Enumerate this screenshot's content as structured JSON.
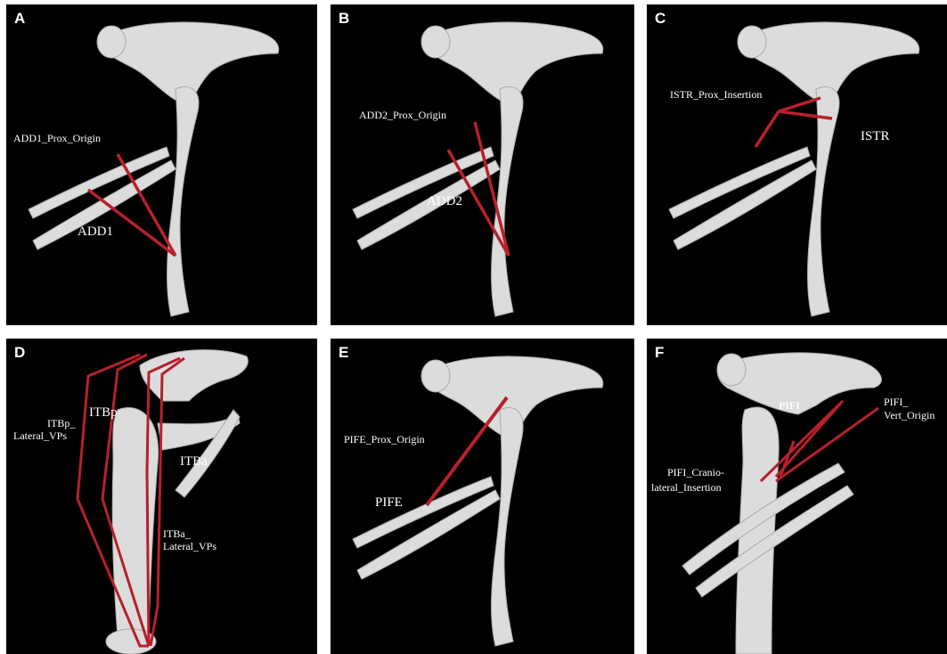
{
  "colors": {
    "background": "#000000",
    "bone": "#dcdcdc",
    "muscle_line": "#b8202c",
    "text": "#ffffff"
  },
  "panels": [
    {
      "letter": "A",
      "labels": [
        "ADD1_Prox_Origin",
        "ADD1"
      ]
    },
    {
      "letter": "B",
      "labels": [
        "ADD2_Prox_Origin",
        "ADD2"
      ]
    },
    {
      "letter": "C",
      "labels": [
        "ISTR_Prox_Insertion",
        "ISTR"
      ]
    },
    {
      "letter": "D",
      "labels": [
        "ITBp_",
        "Lateral_VPs",
        "ITBp",
        "ITBa",
        "ITBa_",
        "Lateral_VPs"
      ]
    },
    {
      "letter": "E",
      "labels": [
        "PIFE_Prox_Origin",
        "PIFE"
      ]
    },
    {
      "letter": "F",
      "labels": [
        "PIFI",
        "PIFI_",
        "Vert_Origin",
        "PIFI_Cranio-",
        "lateral_Insertion"
      ]
    }
  ]
}
